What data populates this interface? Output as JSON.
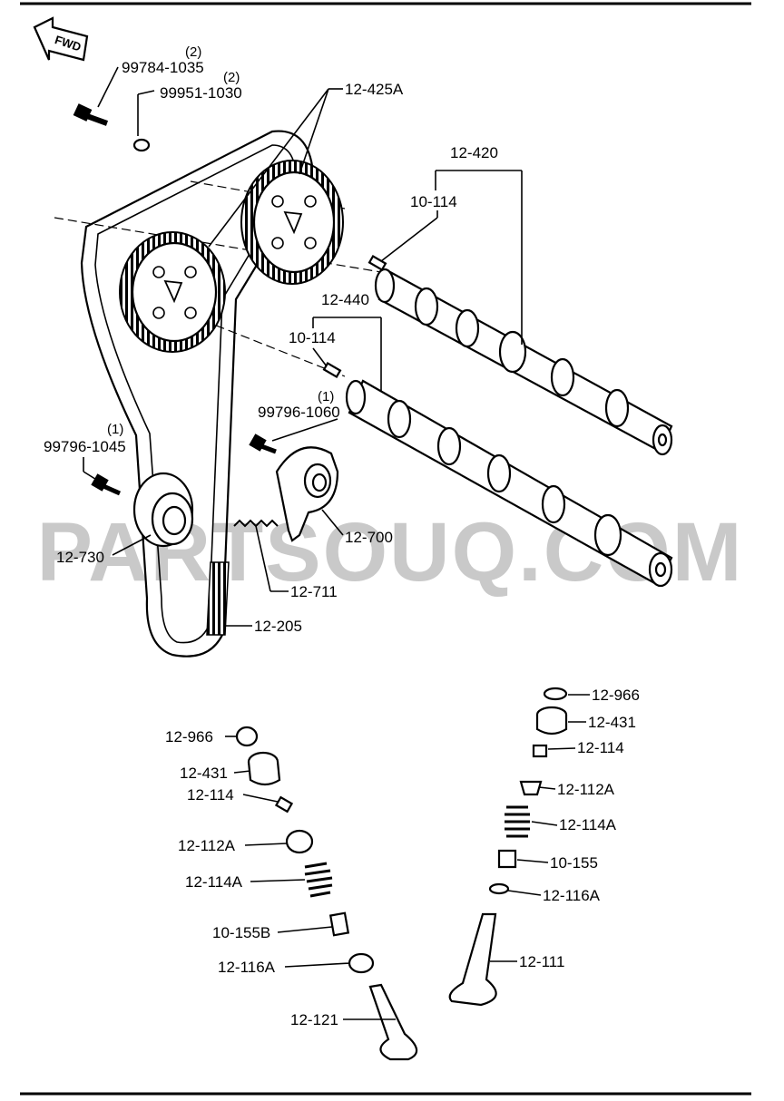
{
  "watermark": "PARTSOUQ.COM",
  "direction_marker": "FWD",
  "labels": [
    {
      "id": "99784-1035",
      "text": "99784-1035",
      "qty": "(2)"
    },
    {
      "id": "99951-1030",
      "text": "99951-1030",
      "qty": "(2)"
    },
    {
      "id": "12-425A",
      "text": "12-425A"
    },
    {
      "id": "12-420",
      "text": "12-420"
    },
    {
      "id": "10-114-upper",
      "text": "10-114"
    },
    {
      "id": "12-440",
      "text": "12-440"
    },
    {
      "id": "10-114-lower",
      "text": "10-114"
    },
    {
      "id": "99796-1060",
      "text": "99796-1060",
      "qty": "(1)"
    },
    {
      "id": "99796-1045",
      "text": "99796-1045",
      "qty": "(1)"
    },
    {
      "id": "12-730",
      "text": "12-730"
    },
    {
      "id": "12-700",
      "text": "12-700"
    },
    {
      "id": "12-711",
      "text": "12-711"
    },
    {
      "id": "12-205",
      "text": "12-205"
    },
    {
      "id": "12-966-right",
      "text": "12-966"
    },
    {
      "id": "12-431-right",
      "text": "12-431"
    },
    {
      "id": "12-114-right",
      "text": "12-114"
    },
    {
      "id": "12-112A-right",
      "text": "12-112A"
    },
    {
      "id": "12-114A-right",
      "text": "12-114A"
    },
    {
      "id": "10-155",
      "text": "10-155"
    },
    {
      "id": "12-116A-right",
      "text": "12-116A"
    },
    {
      "id": "12-111",
      "text": "12-111"
    },
    {
      "id": "12-966-left",
      "text": "12-966"
    },
    {
      "id": "12-431-left",
      "text": "12-431"
    },
    {
      "id": "12-114-left",
      "text": "12-114"
    },
    {
      "id": "12-112A-left",
      "text": "12-112A"
    },
    {
      "id": "12-114A-left",
      "text": "12-114A"
    },
    {
      "id": "10-155B",
      "text": "10-155B"
    },
    {
      "id": "12-116A-left",
      "text": "12-116A"
    },
    {
      "id": "12-121",
      "text": "12-121"
    }
  ]
}
